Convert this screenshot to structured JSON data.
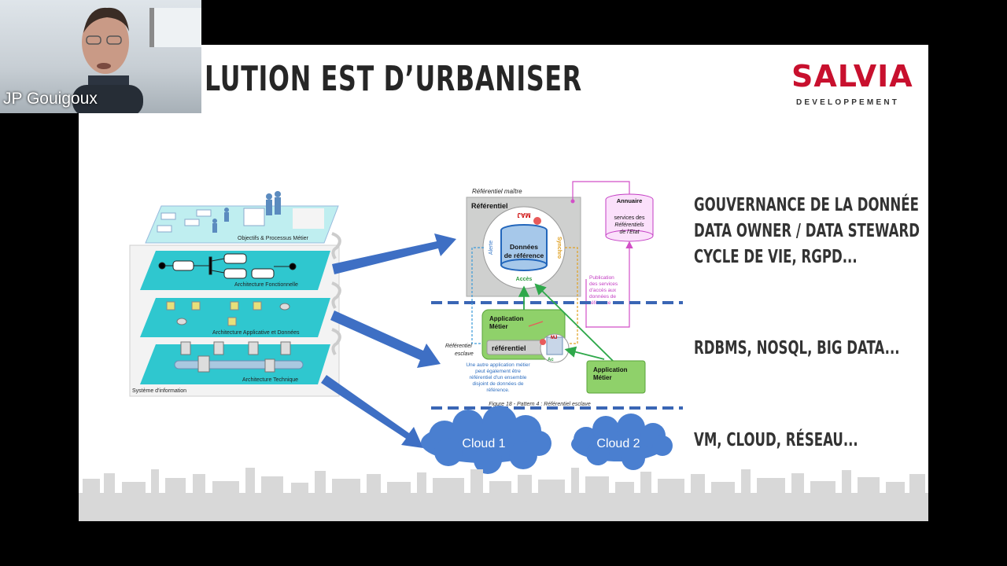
{
  "slide": {
    "title": "LUTION EST D’URBANISER",
    "logo": {
      "main": "SALVIA",
      "sub": "DEVELOPPEMENT"
    },
    "right_labels": {
      "gouvernance": [
        "GOUVERNANCE DE LA DONNÉE",
        "DATA OWNER / DATA STEWARD",
        "CYCLE DE VIE, RGPD..."
      ],
      "rdbms": "RDBMS, NOSQL, BIG DATA...",
      "vm": "VM, CLOUD, RÉSEAU..."
    },
    "layers": {
      "objectifs": "Objectifs & Processus Métier",
      "fonctionnelle": "Architecture Fonctionnelle",
      "applicative": "Architecture Applicative et Données",
      "technique": "Architecture Technique",
      "systeme": "Système d'information"
    },
    "referentiel": {
      "maitre_caption": "Référentiel maître",
      "box_title": "Référentiel",
      "donnees": [
        "Données",
        "de référence"
      ],
      "maj": "MAJ",
      "alerte": "Alerte",
      "synchro": "Synchro",
      "acces": "Accès",
      "annuaire": "Annuaire",
      "annuaire_desc": [
        "services des",
        "Référentiels",
        "de l'Etat"
      ],
      "publication": [
        "Publication",
        "des services",
        "d'accès aux",
        "données de",
        "référence"
      ],
      "esclave_caption": [
        "Référentiel",
        "esclave"
      ],
      "app_metier": [
        "Application",
        "Métier"
      ],
      "referentiel_small": "référentiel",
      "mj": "MJ",
      "ac": "Ac",
      "esclave_note": [
        "Une autre application métier",
        "peut également être",
        "référentiel d'un ensemble",
        "disjoint de données de",
        "référence."
      ],
      "figure_caption": "Figure 18 - Pattern 4 : Référentiel esclave"
    },
    "clouds": {
      "cloud1": "Cloud 1",
      "cloud2": "Cloud 2"
    }
  },
  "webcam": {
    "name": "JP Gouigoux"
  },
  "colors": {
    "accent": "#c8102e",
    "arrow": "#3e6fc4",
    "layer": "#2fc7cf",
    "app_green": "#8fd16a",
    "dash": "#3a66b5"
  }
}
